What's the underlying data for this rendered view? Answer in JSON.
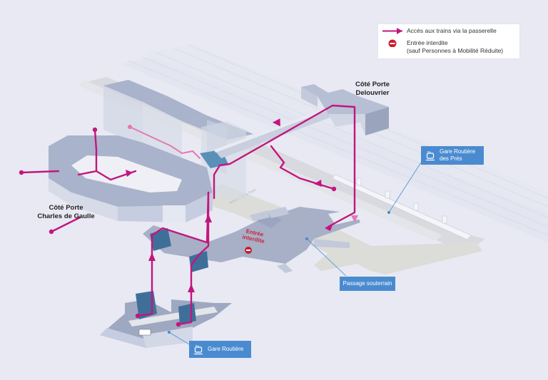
{
  "legend": {
    "items": [
      {
        "icon": "magenta-arrow-line-icon",
        "label": "Accès aux trains via la passerelle"
      },
      {
        "icon": "no-entry-icon",
        "label_line1": "Entrée interdite",
        "label_line2": "(sauf Personnes à Mobilité Réduite)"
      }
    ]
  },
  "labels": {
    "delouvrier_line1": "Côté Porte",
    "delouvrier_line2": "Delouvrier",
    "cdg_line1": "Côté Porte",
    "cdg_line2": "Charles de Gaulle",
    "entree_line1": "Entrée",
    "entree_line2": "interdite",
    "street": "Avenue de la Gare"
  },
  "callouts": {
    "gare_routiere_pres_line1": "Gare Routière",
    "gare_routiere_pres_line2": "des Prés",
    "passage_souterrain": "Passage souterrain",
    "gare_routiere": "Gare Routière",
    "bus_icon_caption": "Bus"
  },
  "colors": {
    "background": "#e8e9f3",
    "route": "#c2167e",
    "route_faded": "#e07ab5",
    "callout": "#4a8bd0",
    "building_top": "#aeb6cc",
    "building_side": "#d4d9e6",
    "no_entry": "#c81e2e"
  }
}
